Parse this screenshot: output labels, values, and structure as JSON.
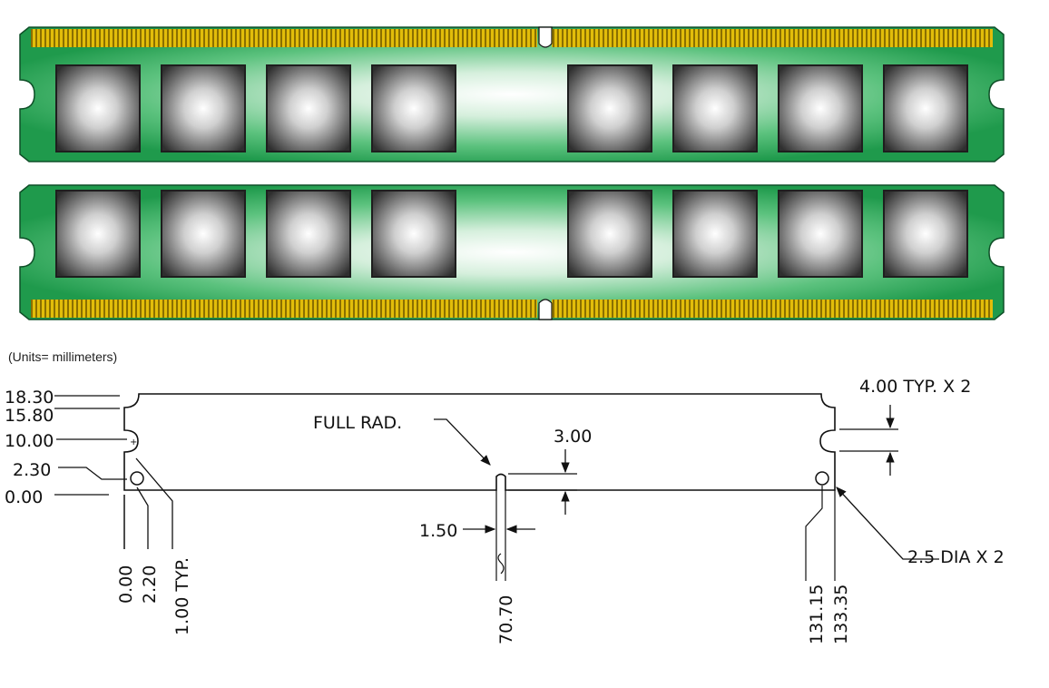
{
  "units_note": "(Units= millimeters)",
  "colors": {
    "pcb_green": "#1ea050",
    "gold_contact": "#d8b400",
    "chip_dark": "#2f2f2f",
    "chip_light": "#ffffff",
    "line": "#111111"
  },
  "modules": [
    {
      "name": "module-top-view",
      "contacts_edge": "top",
      "chip_count": 8
    },
    {
      "name": "module-bottom-view",
      "contacts_edge": "bottom",
      "chip_count": 8
    }
  ],
  "drawing": {
    "vertical_dims": [
      "18.30",
      "15.80",
      "10.00",
      "2.30",
      "0.00"
    ],
    "horizontal_dims_left": [
      "0.00",
      "2.20",
      "1.00 TYP."
    ],
    "center_dim": "70.70",
    "right_dims": [
      "131.15",
      "133.35"
    ],
    "notch_label": "FULL RAD.",
    "notch_depth": "3.00",
    "notch_width": "1.50",
    "side_notch_label": "4.00 TYP. X 2",
    "hole_label": "2.5 DIA X 2"
  }
}
